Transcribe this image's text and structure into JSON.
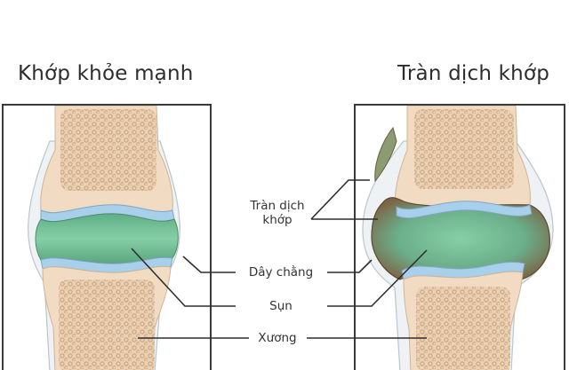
{
  "titles": {
    "healthy": "Khớp khỏe mạnh",
    "effusion": "Tràn dịch khớp"
  },
  "labels": {
    "effusion_line1": "Tràn dịch",
    "effusion_line2": "khớp",
    "ligament": "Dây chằng",
    "cartilage": "Sụn",
    "bone": "Xương"
  },
  "colors": {
    "bone": "#f0d9c0",
    "bone_spongy": "#d9b48e",
    "cartilage": "#a9cde6",
    "synovial_fluid_healthy": "#6fbf95",
    "synovial_fluid_effusion": "#6dae8c",
    "effusion_brown": "#8a6a4a",
    "capsule": "#e9eef1",
    "frame": "#3a3a3a",
    "leader_line": "#2e2e2e"
  }
}
